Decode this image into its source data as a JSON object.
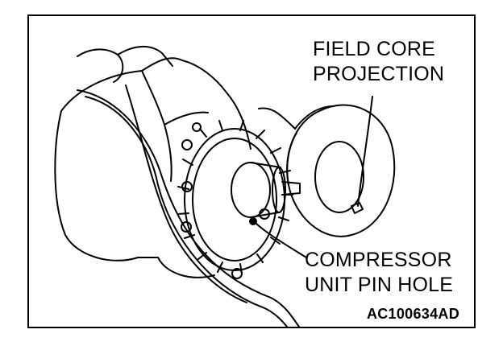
{
  "labels": {
    "field_core": [
      "FIELD CORE",
      "PROJECTION"
    ],
    "pin_hole": [
      "COMPRESSOR",
      "UNIT PIN HOLE"
    ]
  },
  "figure_code": "AC100634AD"
}
